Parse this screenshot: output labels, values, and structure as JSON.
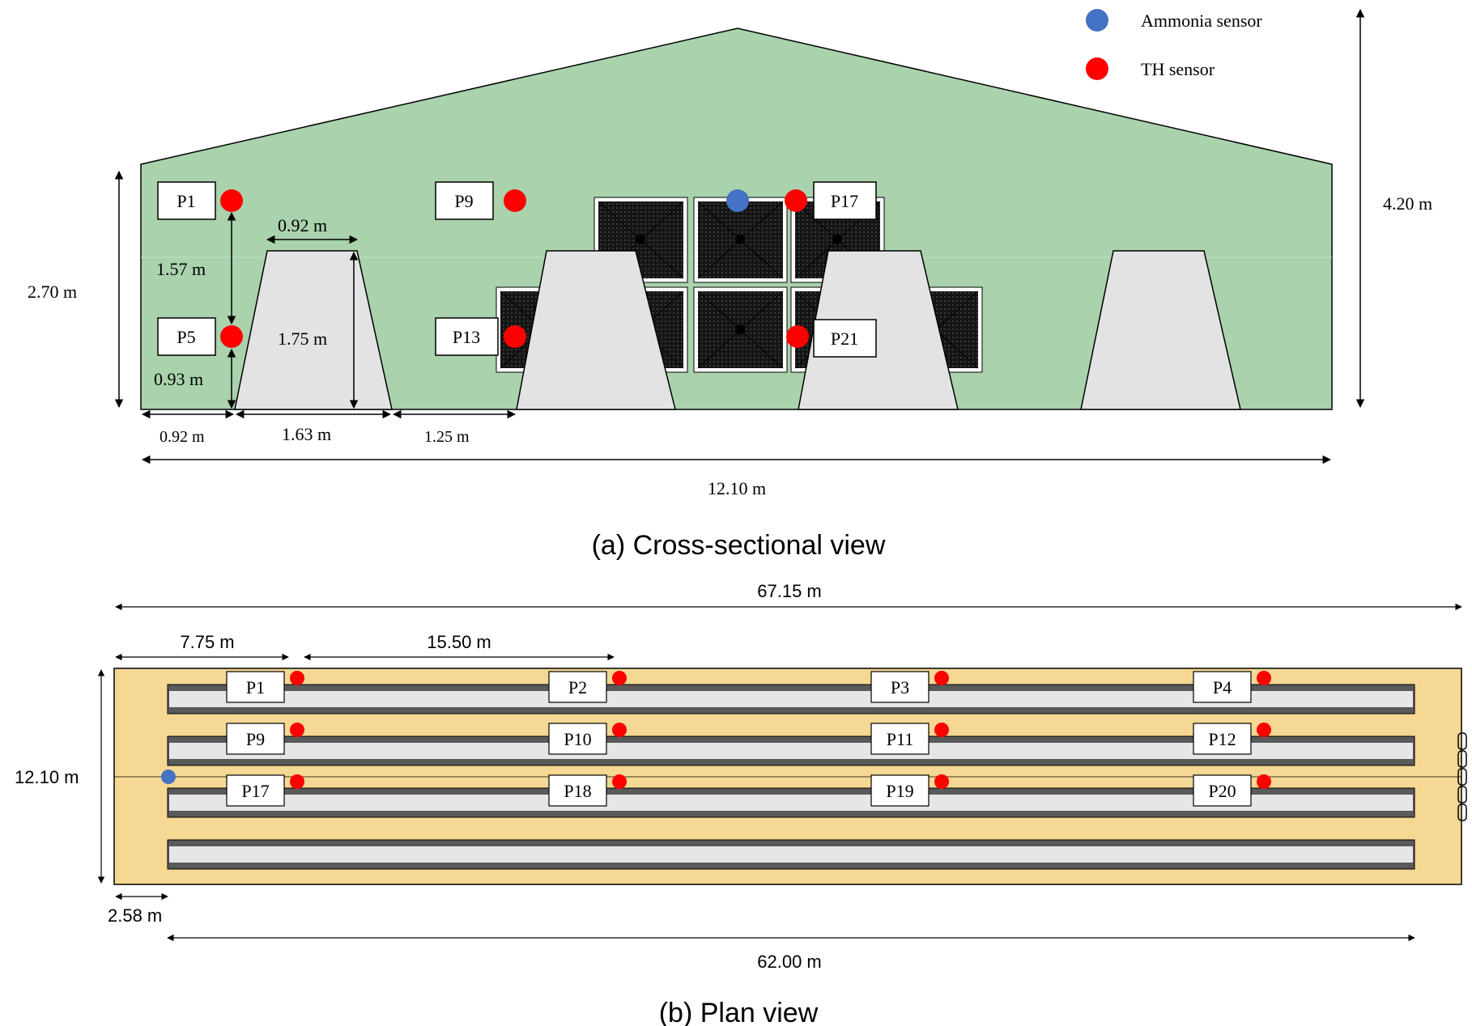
{
  "legend": {
    "ammonia_label": "Ammonia sensor",
    "th_label": "TH sensor"
  },
  "colors": {
    "ammonia_sensor": "#4472c4",
    "th_sensor": "#ff0000",
    "cross_section_fill": "#a9d2ad",
    "plan_fill": "#f5d893",
    "bed_fill": "#e6e6e6",
    "fan_fill": "#1e1e1e"
  },
  "cross_section": {
    "caption": "(a) Cross-sectional view",
    "dims": {
      "height_total": "4.20 m",
      "height_wall": "2.70 m",
      "top_width": "0.92 m",
      "vert_gap": "1.57 m",
      "bed_height": "1.75 m",
      "low_height": "0.93 m",
      "left_margin": "0.92 m",
      "bed_base": "1.63 m",
      "aisle": "1.25 m",
      "total_width": "12.10 m"
    },
    "points": [
      "P1",
      "P9",
      "P17",
      "P5",
      "P13",
      "P21"
    ]
  },
  "plan": {
    "caption": "(b) Plan view",
    "dims": {
      "total_length": "67.15 m",
      "first_spacing": "7.75 m",
      "spacing": "15.50 m",
      "width": "12.10 m",
      "left_offset": "2.58 m",
      "bed_length": "62.00 m"
    },
    "rows": [
      [
        "P1",
        "P2",
        "P3",
        "P4"
      ],
      [
        "P9",
        "P10",
        "P11",
        "P12"
      ],
      [
        "P17",
        "P18",
        "P19",
        "P20"
      ]
    ]
  }
}
